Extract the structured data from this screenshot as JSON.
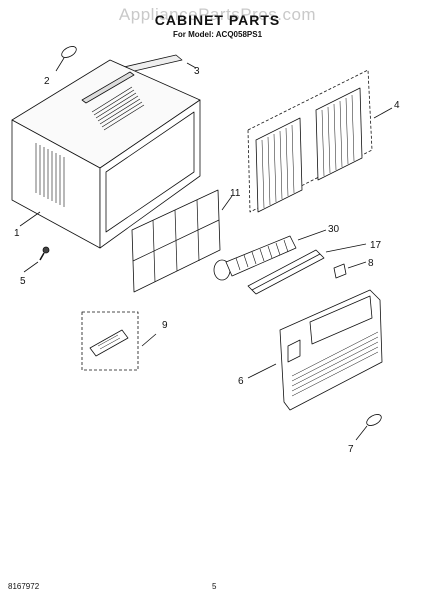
{
  "header": {
    "watermark": "AppliancePartsPros.com",
    "title": "CABINET PARTS",
    "subtitle": "For Model: ACQ058PS1"
  },
  "callouts": {
    "p1": "1",
    "p2": "2",
    "p3": "3",
    "p4": "4",
    "p5": "5",
    "p6": "6",
    "p7": "7",
    "p8": "8",
    "p9": "9",
    "p11": "11",
    "p17": "17",
    "p30": "30"
  },
  "footer": {
    "doc_number": "8167972",
    "page_number": "5"
  }
}
